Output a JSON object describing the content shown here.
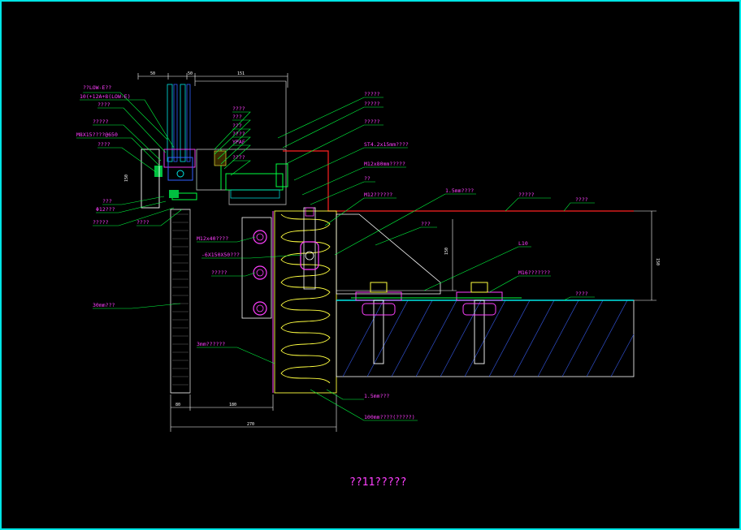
{
  "colors": {
    "frame": "#00e5e5",
    "background": "#000000",
    "label": "#ff40ff",
    "red": "#ff2020",
    "green": "#00ff40",
    "yellow": "#ffff40",
    "white": "#ffffff",
    "blue": "#3060ff",
    "cyan": "#00e5e5",
    "gray": "#a0a0a0"
  },
  "caption": "??11?????",
  "labels": {
    "l1": "??LOW-E??",
    "l2": "10(+12A+8(LOW-E)",
    "l3": "????",
    "l4": "?????",
    "l5": "M8X15????@650",
    "l6": "????",
    "l7": "???",
    "l8": "Φ12???",
    "l9": "?????",
    "l10": "????",
    "l11": "????",
    "l12": "???",
    "l13": "???",
    "l14": "????",
    "l15": "YPAF",
    "l16": "????",
    "r1": "?????",
    "r2": "?????",
    "r3": "?????",
    "r4": "ST4.2x15mm????",
    "r5": "M12x80mm?????",
    "r6": "??",
    "r7": "M12??????",
    "r8": "1.5mm????",
    "r9": "?????",
    "r10": "????",
    "r11": "???",
    "r12": "L10",
    "r13": "M16???????",
    "r14": "????",
    "m1": "M12x40????",
    "m2": "-6X150X50???",
    "m3": "?????",
    "m4": "30mm???",
    "m5": "3mm??????",
    "b1": "1.5mm???",
    "b2": "100mm????(?????)"
  },
  "dims": {
    "t1": "50",
    "t2": "50",
    "t3": "151",
    "v1": "150",
    "v2": "150",
    "v3": "150",
    "b1": "80",
    "b2": "180",
    "b3": "270"
  }
}
